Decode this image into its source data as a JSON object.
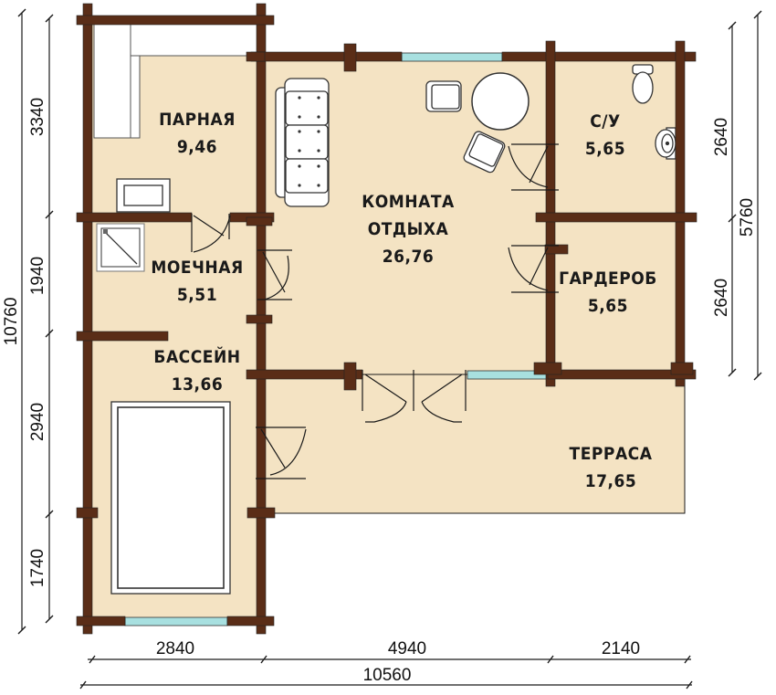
{
  "plan": {
    "colors": {
      "wall": "#5a2d17",
      "floor": "#f4e3c3",
      "window": "#a8e0e0",
      "fixture": "#ffffff",
      "line": "#1a1a1a"
    },
    "rooms": [
      {
        "id": "parnaya",
        "name": "ПАРНАЯ",
        "area": "9,46"
      },
      {
        "id": "moechnaya",
        "name": "МОЕЧНАЯ",
        "area": "5,51"
      },
      {
        "id": "bassein",
        "name": "БАССЕЙН",
        "area": "13,66"
      },
      {
        "id": "komnata",
        "name": "КОМНАТА",
        "name2": "ОТДЫХА",
        "area": "26,76"
      },
      {
        "id": "su",
        "name": "С/У",
        "area": "5,65"
      },
      {
        "id": "garderob",
        "name": "ГАРДЕРОБ",
        "area": "5,65"
      },
      {
        "id": "terrasa",
        "name": "ТЕРРАСА",
        "area": "17,65"
      }
    ],
    "dimensions": {
      "left_total": "10760",
      "left_segments": [
        "3340",
        "1940",
        "2940",
        "1740"
      ],
      "right_total": "5760",
      "right_segments": [
        "2640",
        "2640"
      ],
      "bottom_total": "10560",
      "bottom_segments": [
        "2840",
        "4940",
        "2140"
      ]
    }
  }
}
